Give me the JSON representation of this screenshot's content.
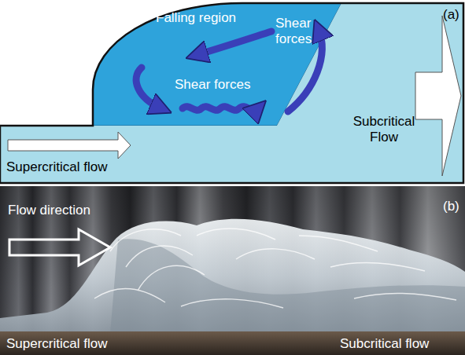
{
  "diagram": {
    "nodes": [
      {
        "text": [
          "Falling region",
          "Shear forces",
          "Shear forces"
        ]
      },
      {
        "text": [
          "Supercritical flow"
        ]
      },
      {
        "text": [
          "Subcritical Flow"
        ]
      }
    ],
    "labels": [
      "(a)",
      "Flow direction",
      "Supercritical flow",
      "Subcritical flow",
      "(b)"
    ]
  }
}
